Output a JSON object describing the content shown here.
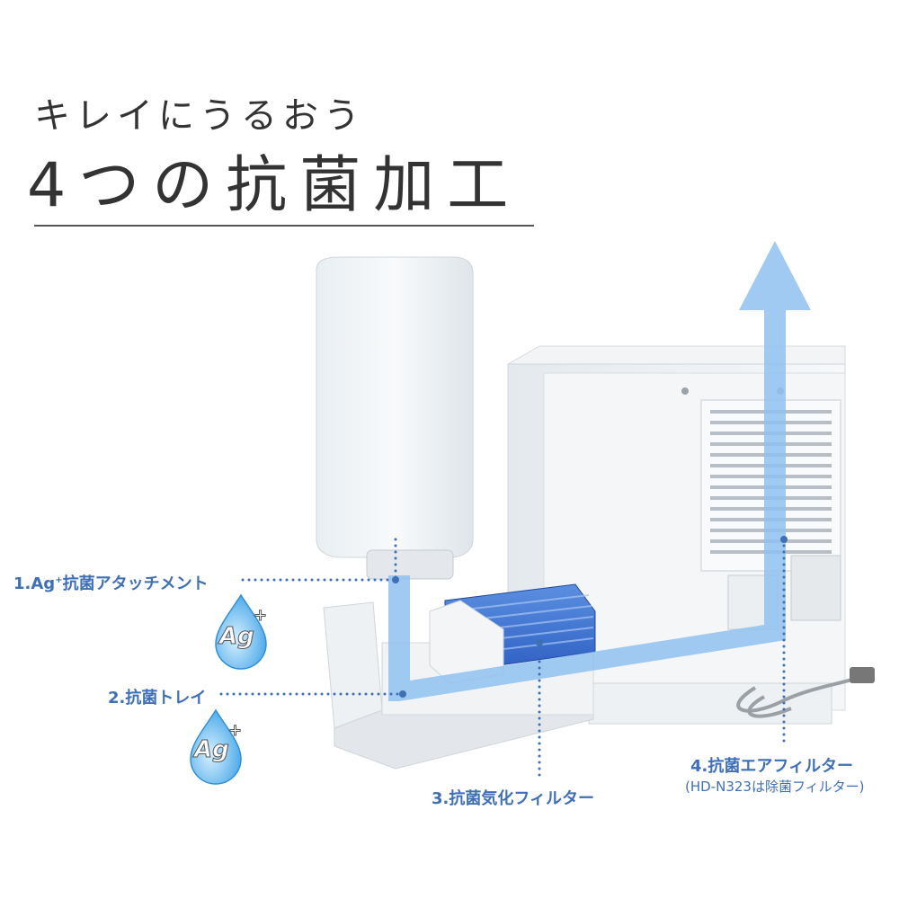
{
  "header": {
    "subtitle": "キレイにうるおう",
    "title": "4つの抗菌加工"
  },
  "labels": {
    "item1_prefix": "1.Ag",
    "item1_sup": "+",
    "item1_suffix": "抗菌アタッチメント",
    "item2": "2.抗菌トレイ",
    "item3": "3.抗菌気化フィルター",
    "item4": "4.抗菌エアフィルター",
    "item4_note": "(HD-N323は除菌フィルター)"
  },
  "badges": {
    "ag_badge_1": "Ag",
    "ag_badge_1_sup": "+",
    "ag_badge_2": "Ag",
    "ag_badge_2_sup": "+"
  },
  "colors": {
    "accent_blue": "#3f70b6",
    "arrow_blue": "#8fc1ef",
    "text_dark": "#333333"
  },
  "icons": [
    "water-drop-icon",
    "water-drop-icon"
  ]
}
